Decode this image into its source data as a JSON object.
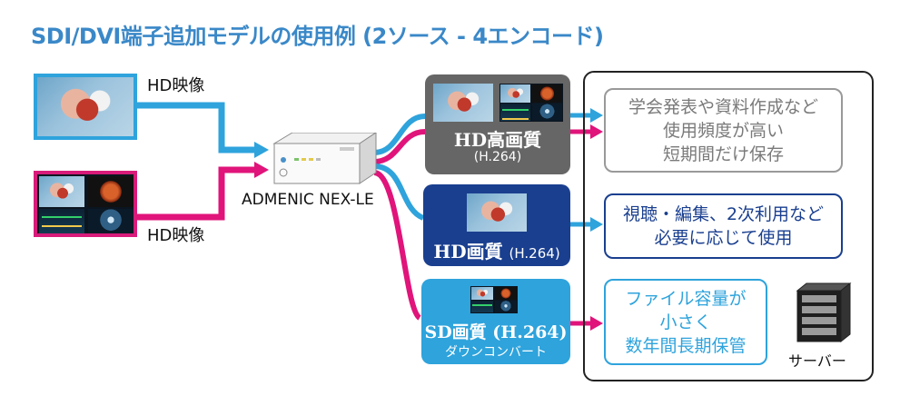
{
  "title": "SDI/DVI端子追加モデルの使用例 (2ソース - 4エンコード)",
  "inputs": [
    {
      "label": "HD映像",
      "border_color": "#2ea3dc"
    },
    {
      "label": "HD映像",
      "border_color": "#d81b7a"
    }
  ],
  "device": {
    "name": "ADMENIC NEX-LE"
  },
  "outputs": [
    {
      "title": "HD高画質",
      "subtitle": "(H.264)",
      "color": "#666666"
    },
    {
      "title": "HD画質",
      "subtitle": "(H.264)",
      "color": "#1a3f8f"
    },
    {
      "title": "SD画質 (H.264)",
      "subtitle": "ダウンコンバート",
      "color": "#2ea3dc"
    }
  ],
  "uses": [
    {
      "lines": [
        "学会発表や資料作成など",
        "使用頻度が高い",
        "短期間だけ保存"
      ],
      "color": "#888888"
    },
    {
      "lines": [
        "視聴・編集、2次利用など",
        "必要に応じて使用"
      ],
      "color": "#1a3f8f"
    },
    {
      "lines": [
        "ファイル容量が",
        "小さく",
        "数年間長期保管"
      ],
      "color": "#2ea3dc"
    }
  ],
  "server": {
    "label": "サーバー"
  },
  "colors": {
    "blue": "#2ea3dc",
    "magenta": "#e0147a",
    "navy": "#1a3f8f",
    "gray": "#666666"
  }
}
